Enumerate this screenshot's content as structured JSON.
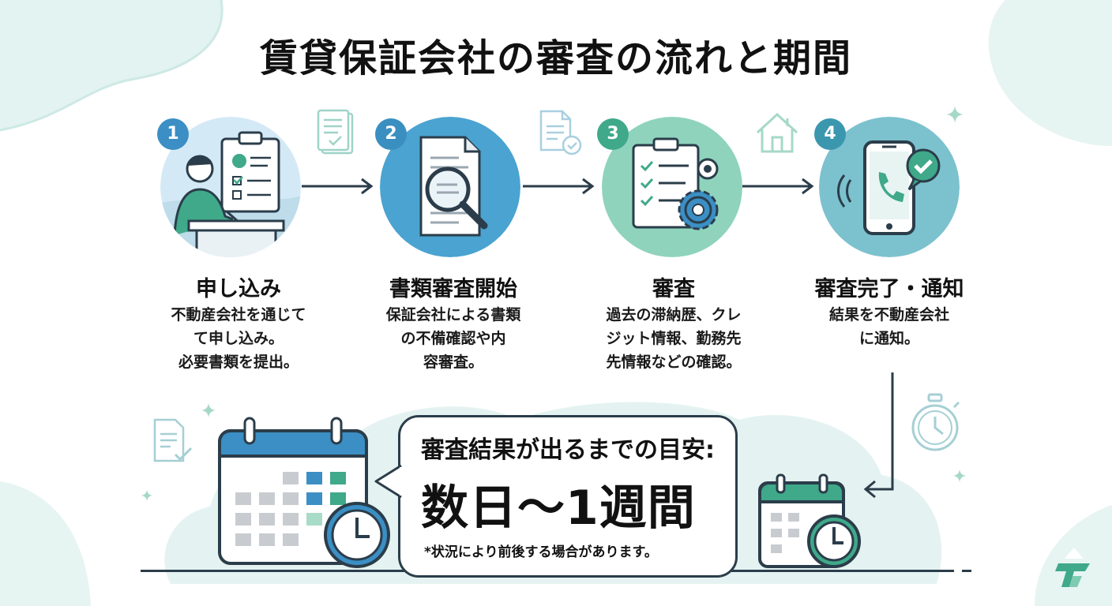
{
  "title": "賃貸保証会社の審査の流れと期間",
  "steps": [
    {
      "number": "1",
      "title": "申し込み",
      "desc_lines": [
        "不動産会社を通じて",
        "て申し込み。",
        "必要書類を提出。"
      ],
      "badge_color": "#3b8fc4"
    },
    {
      "number": "2",
      "title": "書類審査開始",
      "desc_lines": [
        "保証会社による書類",
        "の不備確認や内",
        "容審査。"
      ],
      "badge_color": "#3a8fc0"
    },
    {
      "number": "3",
      "title": "審査",
      "desc_lines": [
        "過去の滞納歴、クレ",
        "ジット情報、勤務先",
        "先情報などの確認。"
      ],
      "badge_color": "#3fa98a"
    },
    {
      "number": "4",
      "title": "審査完了・通知",
      "desc_lines": [
        "結果を不動産会社",
        "に通知。"
      ],
      "badge_color": "#3a97ae"
    }
  ],
  "summary": {
    "lead": "審査結果が出るまでの目安:",
    "period": "数日〜1週間",
    "note": "*状況により前後する場合があります。"
  },
  "colors": {
    "dark": "#2b3d4a",
    "blue": "#3b8fc4",
    "teal": "#3fa98a",
    "light_blue": "#d6ebf5",
    "light_teal": "#dff2ec"
  }
}
